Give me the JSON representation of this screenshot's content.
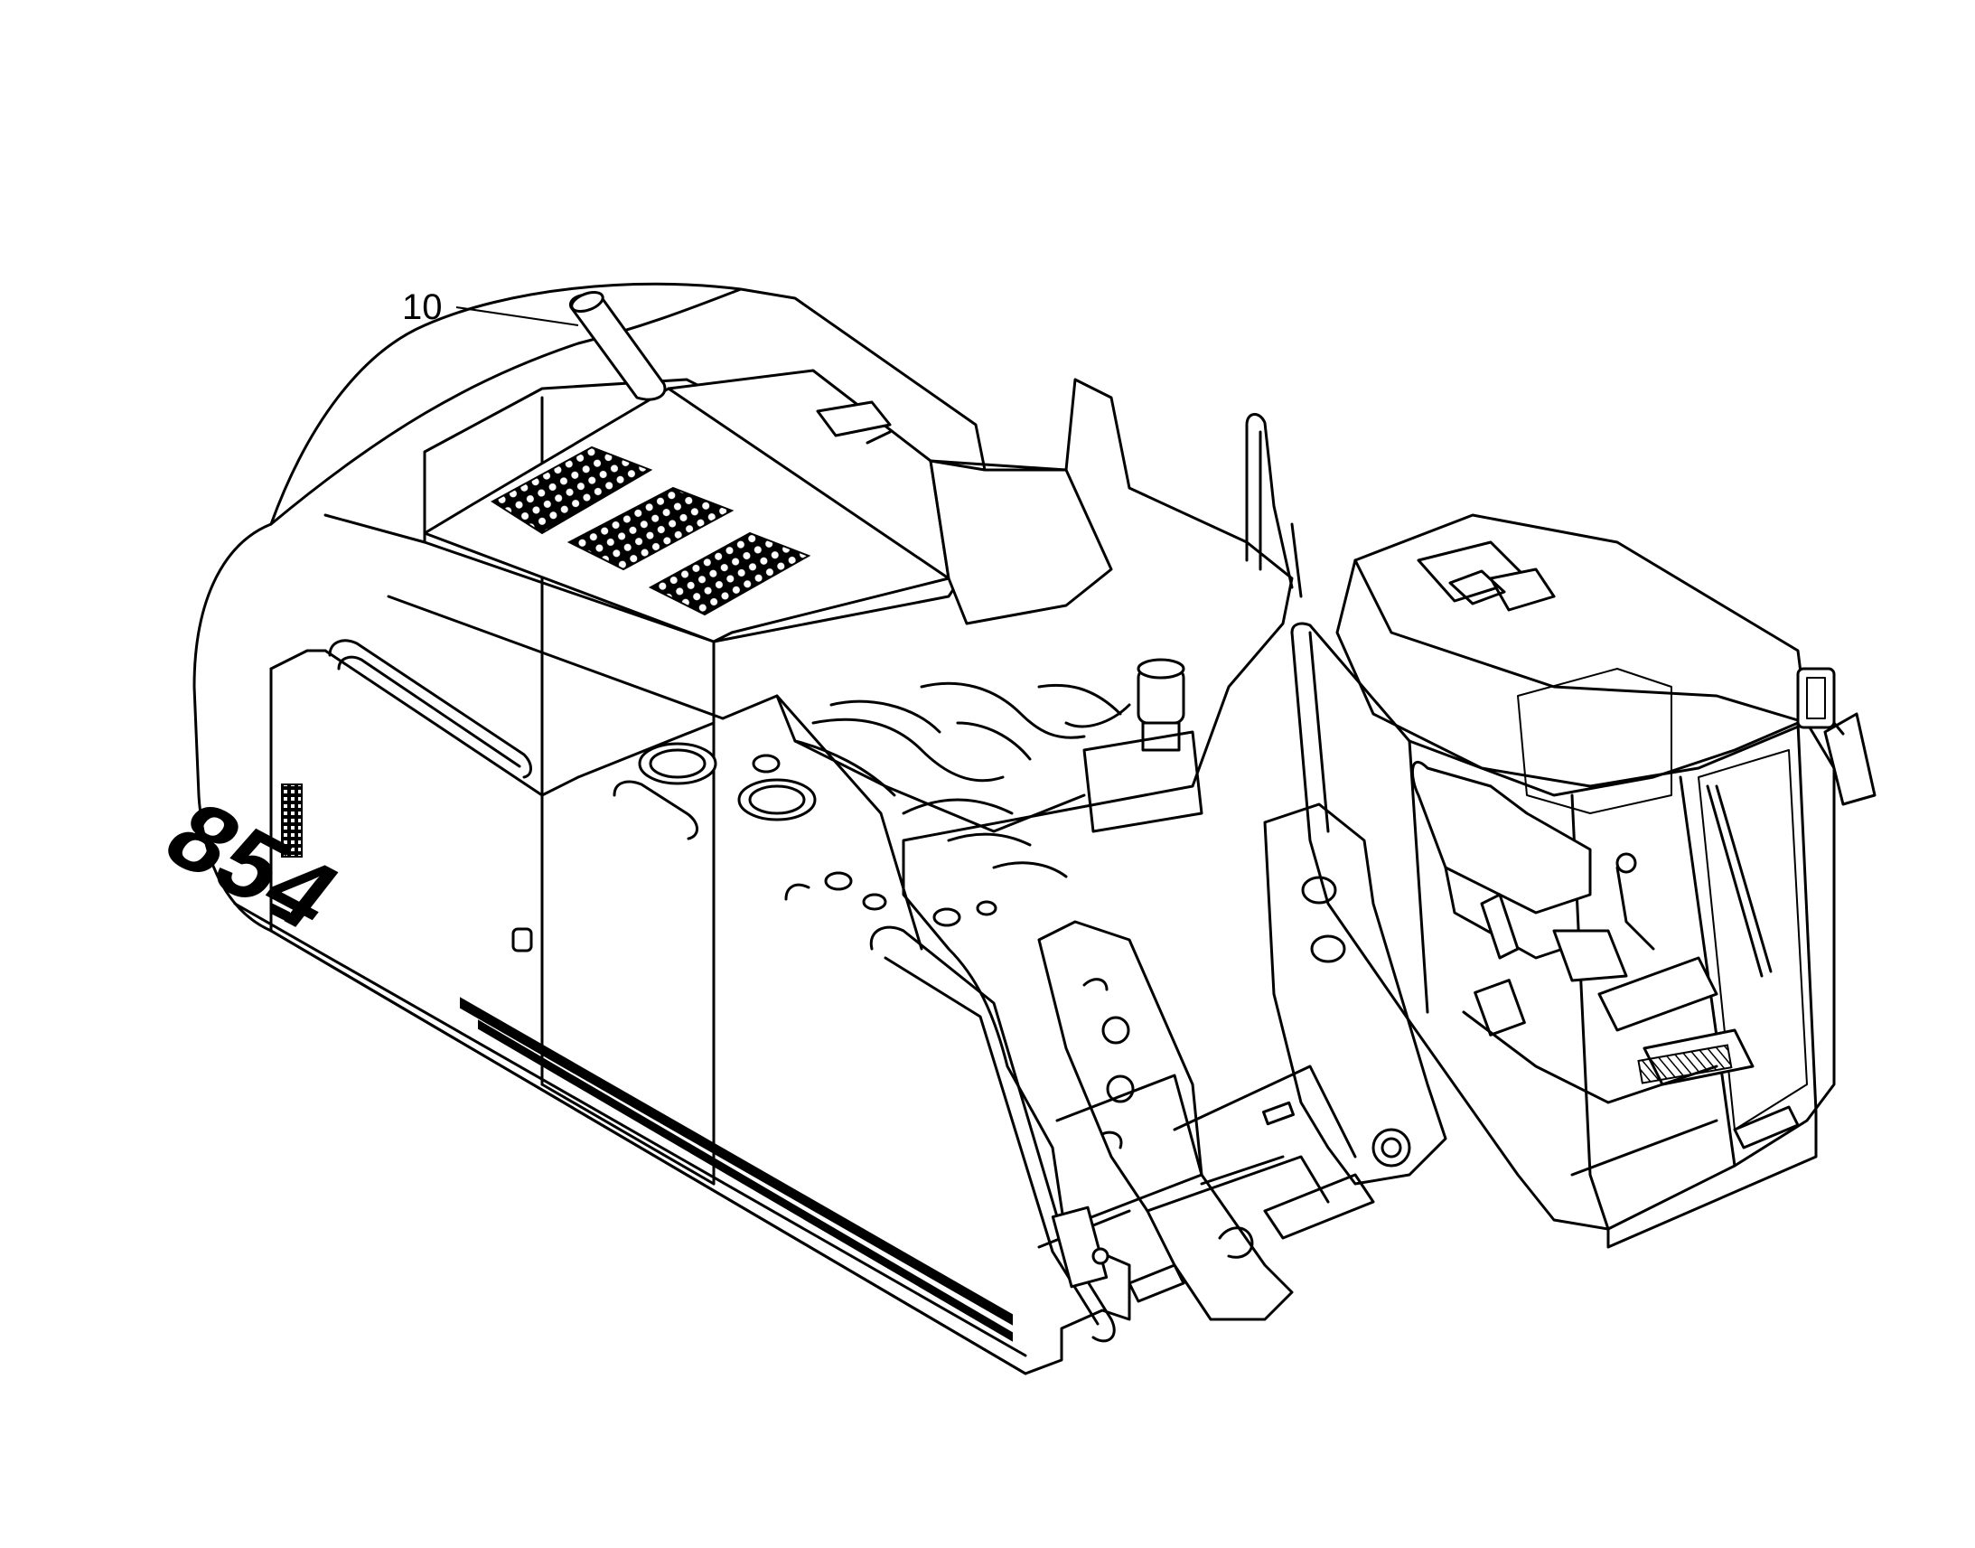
{
  "diagram": {
    "callouts": [
      {
        "id": "exhaust-pipe",
        "label": "10"
      }
    ],
    "model_decal": "854",
    "colors": {
      "line": "#000000",
      "background": "#ffffff"
    }
  }
}
